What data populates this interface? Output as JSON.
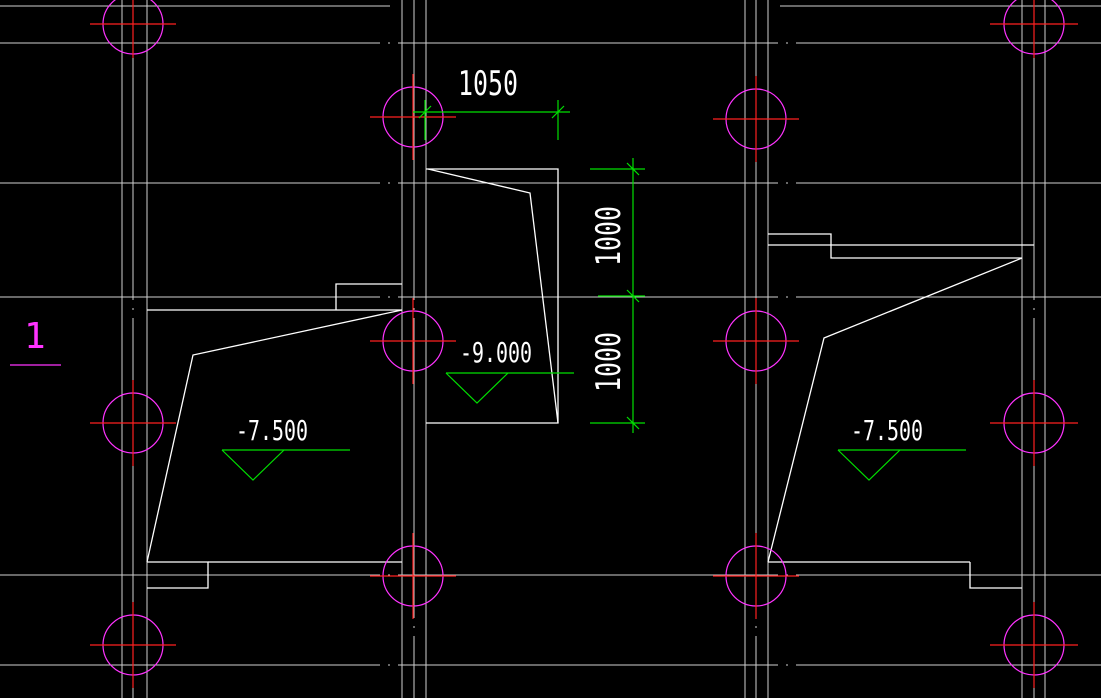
{
  "drawing": {
    "dimension_horizontal": "1050",
    "dimension_vertical_upper": "1000",
    "dimension_vertical_lower": "1000",
    "elevation_center": "-9.000",
    "elevation_left": "-7.500",
    "elevation_right": "-7.500",
    "axis_label": "1"
  },
  "colors": {
    "background": "#000000",
    "grid": "#d8d8d8",
    "wall": "#ffffff",
    "column_circle": "#ff33ff",
    "column_cross": "#ff2020",
    "dimension": "#00e000",
    "elevation_text": "#ffffff",
    "axis_label": "#ff33ff"
  }
}
